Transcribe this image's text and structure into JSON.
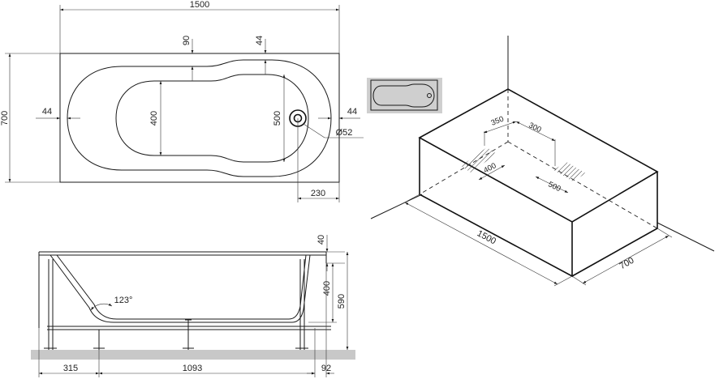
{
  "top_view": {
    "overall_length": "1500",
    "overall_width": "700",
    "rim_back": "90",
    "rim_front": "44",
    "rim_left": "44",
    "rim_right": "44",
    "inner_width_narrow": "400",
    "inner_width_wide": "500",
    "drain_diameter": "Ø52",
    "drain_offset": "230"
  },
  "side_view": {
    "rim_thickness": "40",
    "depth": "400",
    "total_height": "590",
    "backrest_angle": "123°",
    "foot_offset_left": "315",
    "foot_span": "1093",
    "foot_offset_right": "92"
  },
  "install_view": {
    "length": "1500",
    "width": "700",
    "pipe_dist_a": "350",
    "pipe_dist_b": "300",
    "pipe_zone_a": "400",
    "pipe_zone_b": "500"
  }
}
